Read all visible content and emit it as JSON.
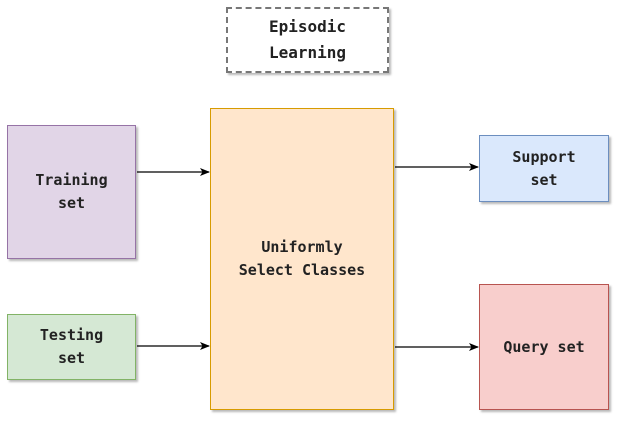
{
  "diagram": {
    "title": "Episodic\nLearning",
    "nodes": {
      "training": "Training\nset",
      "testing": "Testing\nset",
      "select": "Uniformly\nSelect Classes",
      "support": "Support\nset",
      "query": "Query set"
    },
    "edges": [
      {
        "from": "training",
        "to": "select"
      },
      {
        "from": "testing",
        "to": "select"
      },
      {
        "from": "select",
        "to": "support"
      },
      {
        "from": "select",
        "to": "query"
      }
    ],
    "colors": {
      "training_fill": "#e1d5e7",
      "testing_fill": "#d5e8d4",
      "select_fill": "#ffe6cc",
      "support_fill": "#dae8fc",
      "query_fill": "#f8cecc",
      "arrow": "#000000"
    }
  }
}
